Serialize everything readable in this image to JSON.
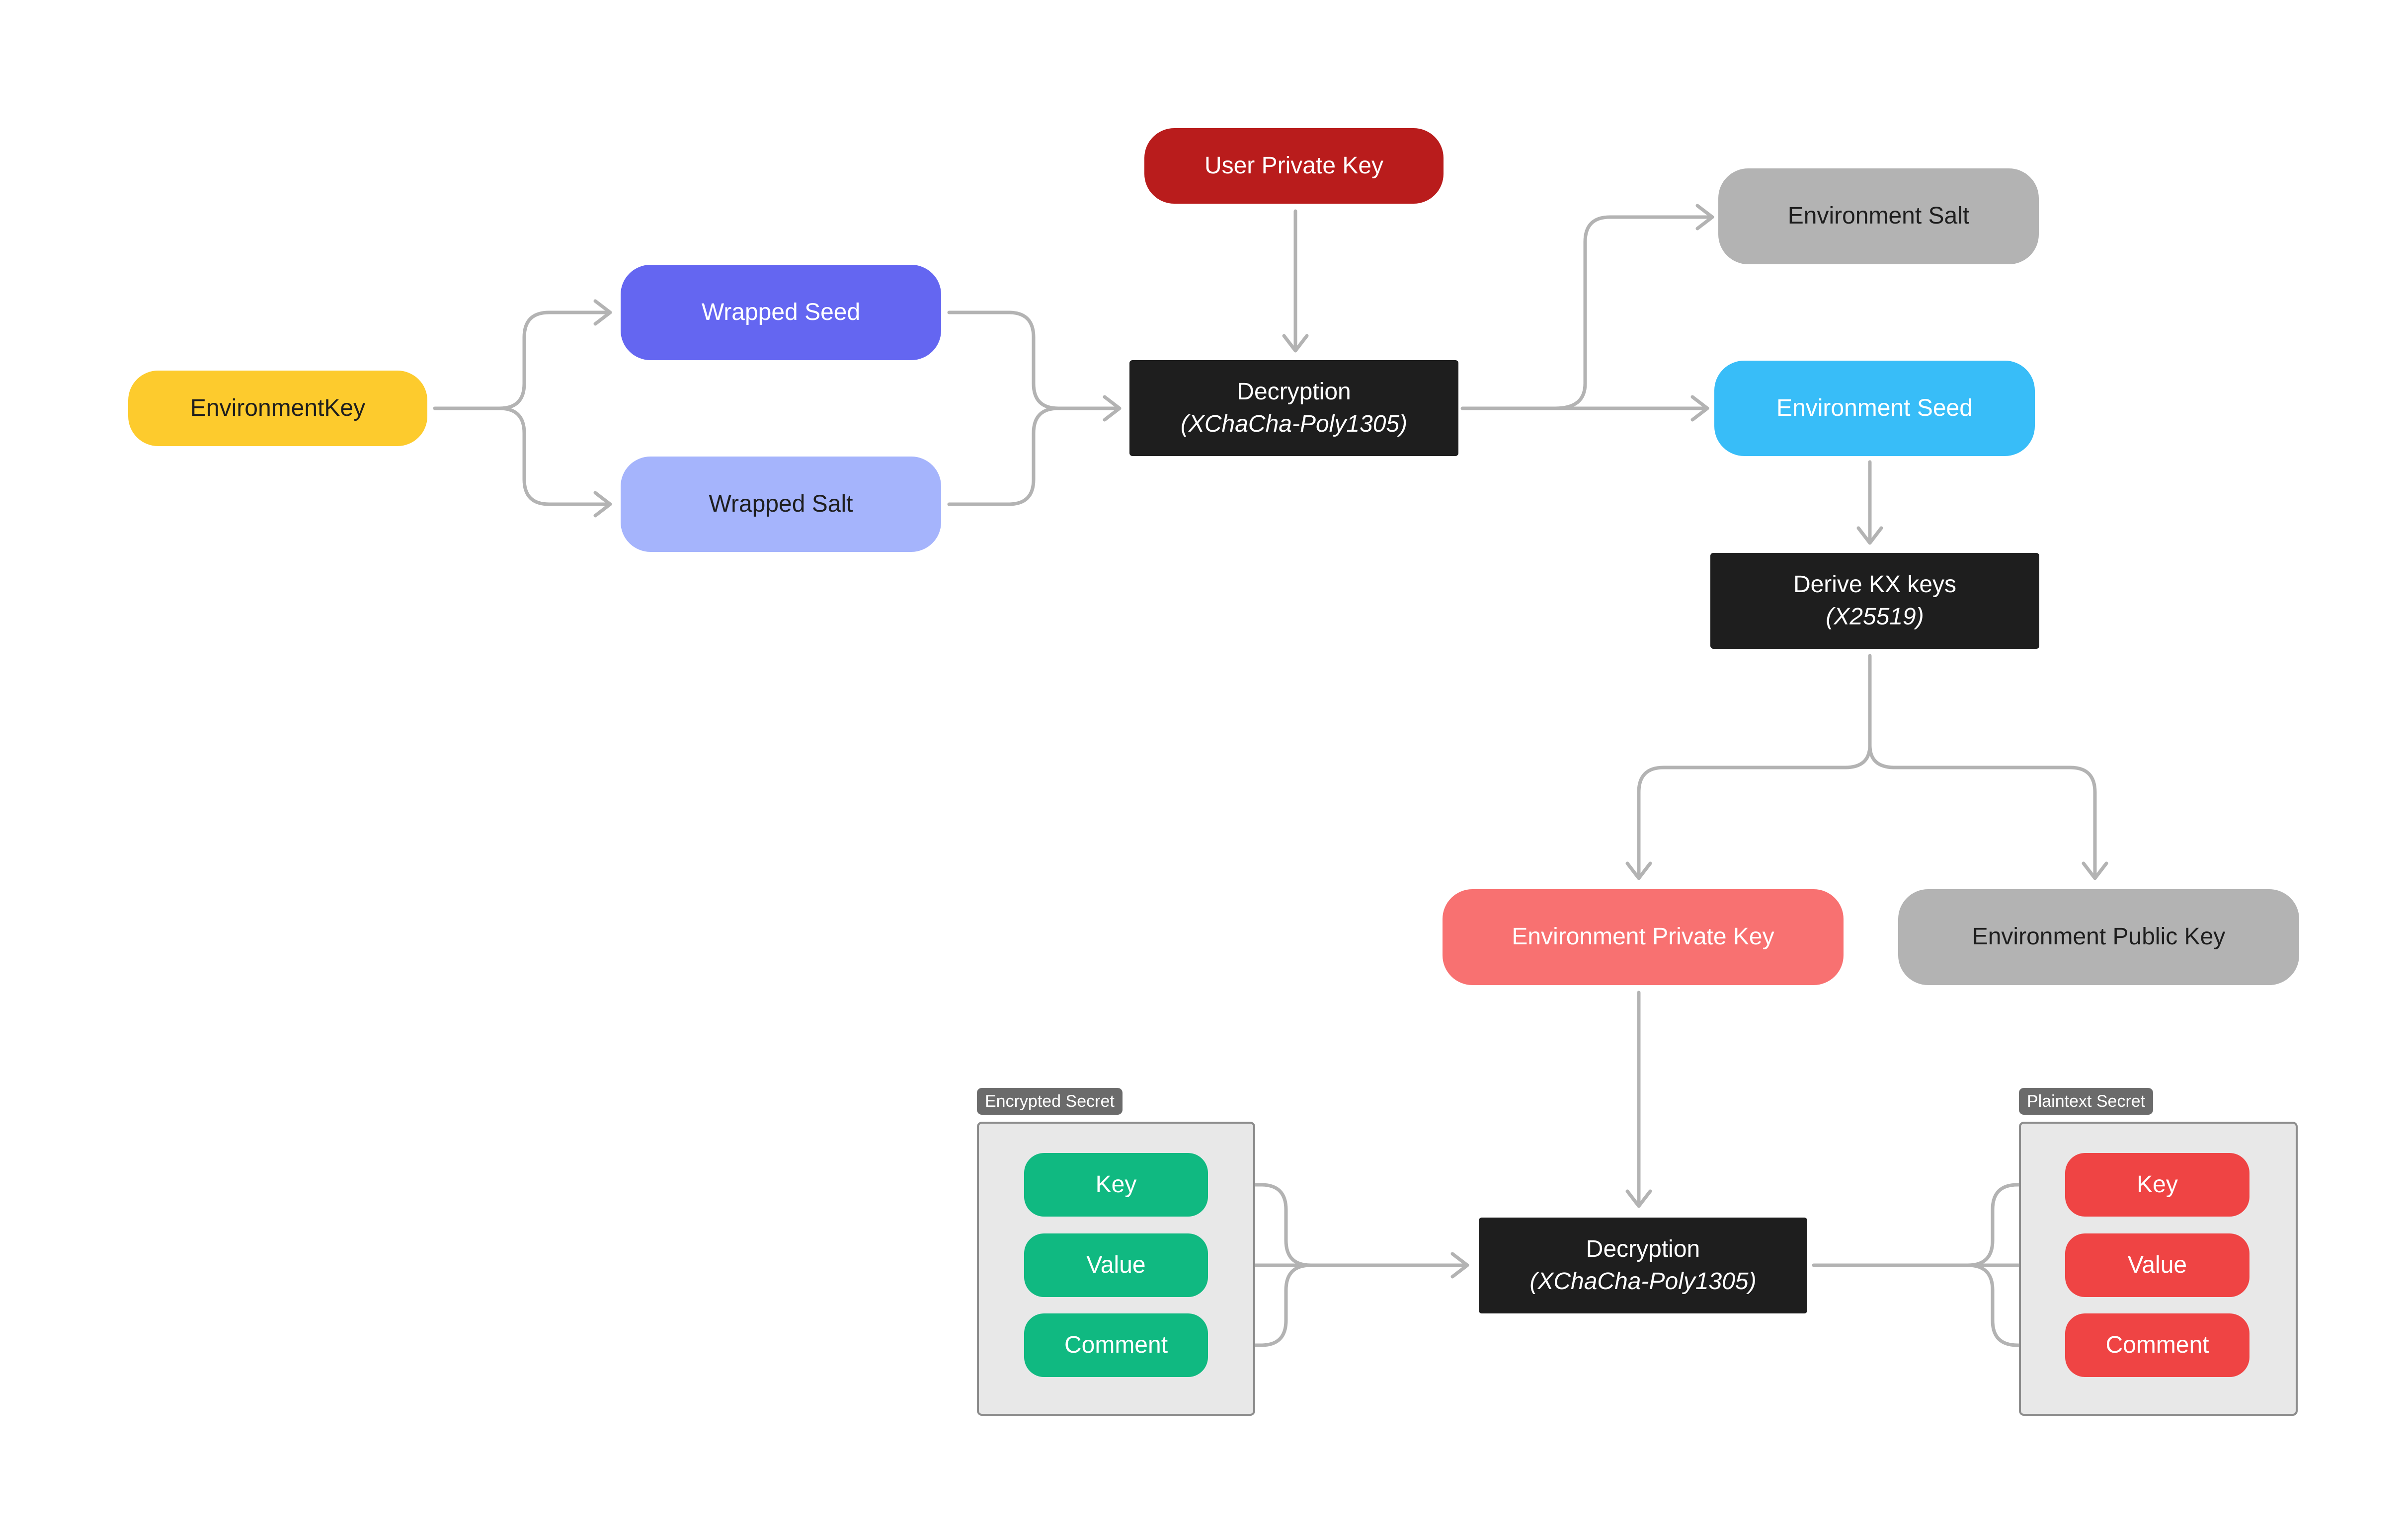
{
  "nodes": {
    "environment_key": "EnvironmentKey",
    "wrapped_seed": "Wrapped Seed",
    "wrapped_salt": "Wrapped Salt",
    "user_private_key": "User Private Key",
    "decryption_top": {
      "title": "Decryption",
      "algorithm": "(XChaCha-Poly1305)"
    },
    "environment_salt": "Environment Salt",
    "environment_seed": "Environment Seed",
    "derive_kx_keys": {
      "title": "Derive KX keys",
      "algorithm": "(X25519)"
    },
    "environment_private_key": "Environment Private Key",
    "environment_public_key": "Environment Public Key",
    "decryption_bottom": {
      "title": "Decryption",
      "algorithm": "(XChaCha-Poly1305)"
    }
  },
  "encrypted_secret": {
    "label": "Encrypted Secret",
    "fields": [
      "Key",
      "Value",
      "Comment"
    ]
  },
  "plaintext_secret": {
    "label": "Plaintext Secret",
    "fields": [
      "Key",
      "Value",
      "Comment"
    ]
  },
  "colors": {
    "environment_key": "#fdcb2d",
    "wrapped_seed": "#6466f1",
    "wrapped_salt": "#a5b4fc",
    "user_private_key": "#b91c1c",
    "decryption_box": "#1e1e1e",
    "environment_salt": "#b3b3b3",
    "environment_seed": "#38bdf8",
    "environment_private_key": "#f87171",
    "environment_public_key": "#b3b3b3",
    "encrypted_field": "#10b981",
    "plaintext_field": "#ef4444",
    "connector": "#b3b3b3"
  }
}
